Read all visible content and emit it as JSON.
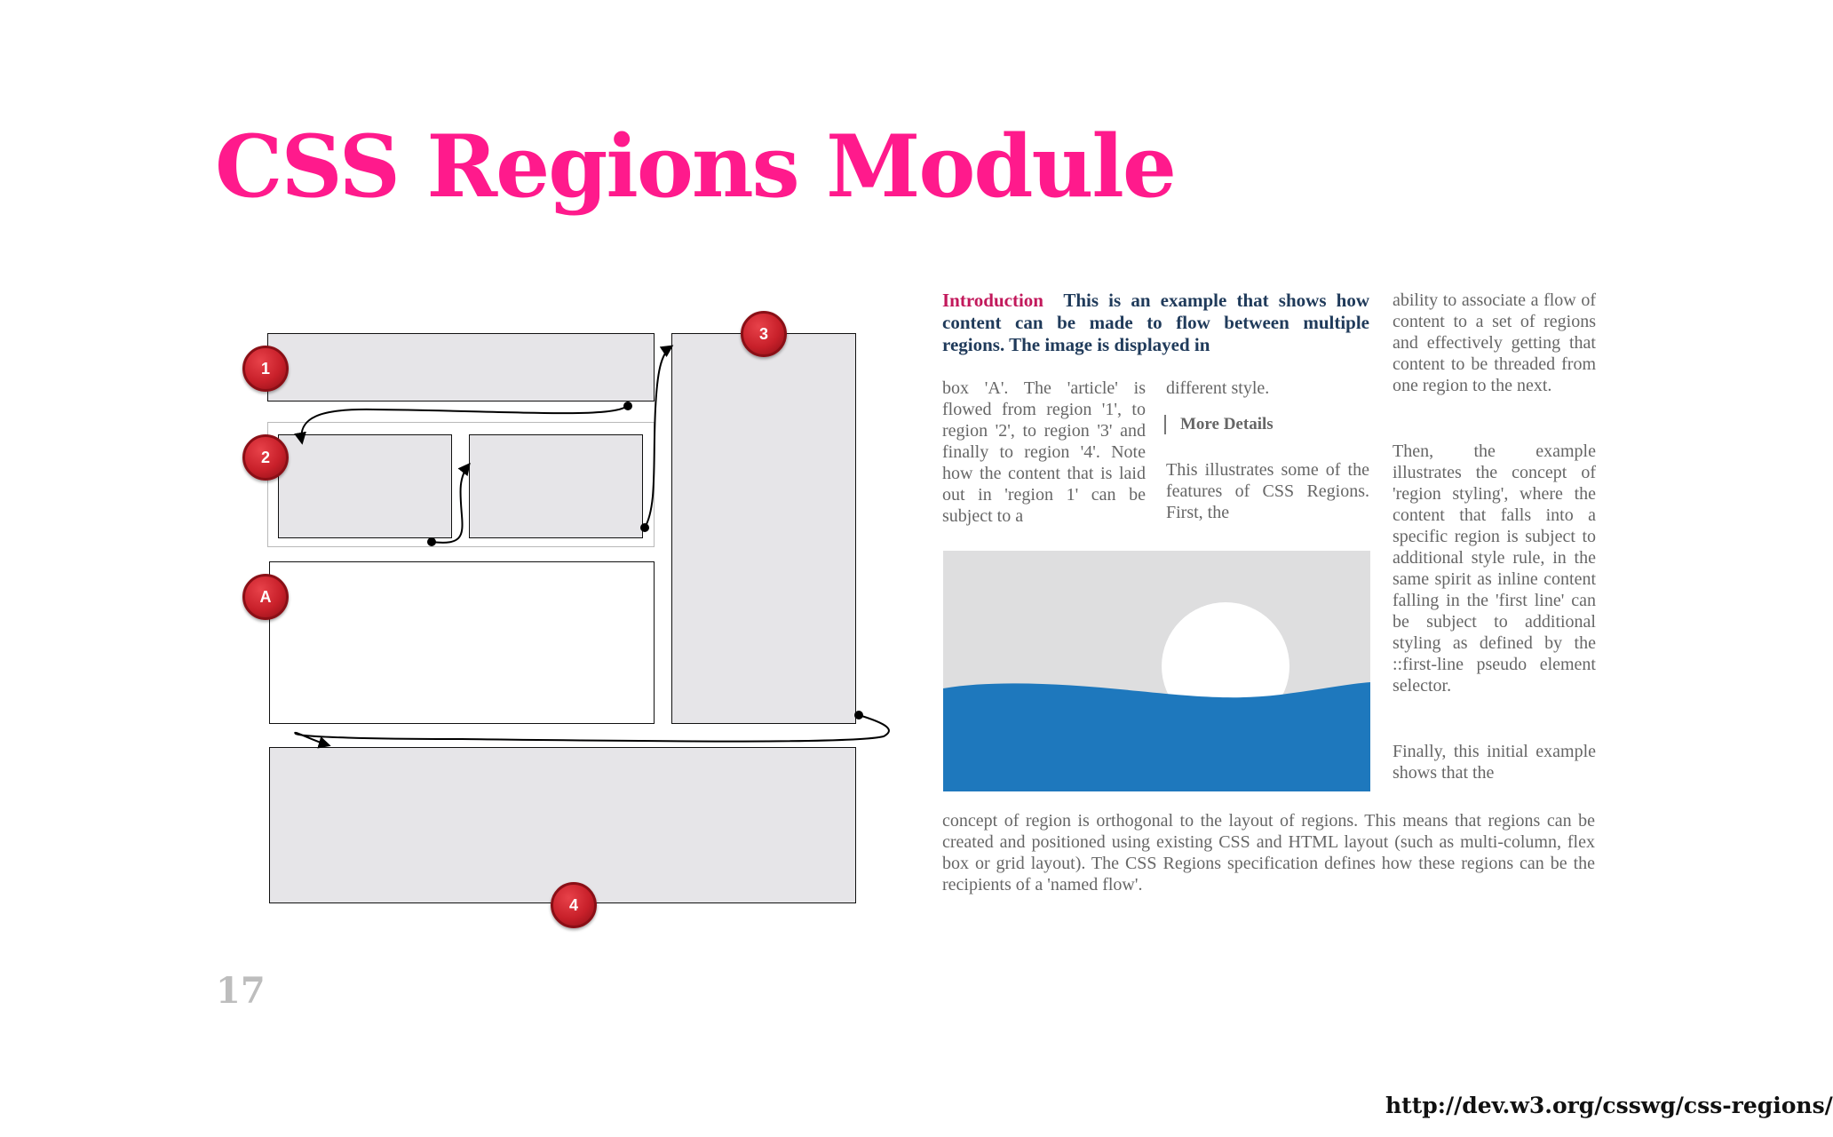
{
  "slide": {
    "title": "CSS Regions Module",
    "page_number": "17",
    "source_url": "http://dev.w3.org/csswg/css-regions/"
  },
  "colors": {
    "title": "#ff1a8c",
    "region_fill": "#e6e5e8",
    "badge": "#c8202a",
    "sea": "#1e78bd",
    "sky": "#dededf"
  },
  "diagram": {
    "badges": [
      {
        "id": "1",
        "label": "1"
      },
      {
        "id": "2",
        "label": "2"
      },
      {
        "id": "3",
        "label": "3"
      },
      {
        "id": "A",
        "label": "A"
      },
      {
        "id": "4",
        "label": "4"
      }
    ]
  },
  "example": {
    "intro_label": "Introduction",
    "intro_text": "This is an example that shows how content can be made to flow between multiple regions. The image is displayed in",
    "col1": "box 'A'. The 'article' is flowed from region '1', to region '2', to region '3' and finally to region '4'. Note how the content that is laid out in 'region 1' can be subject to a",
    "col2a": "different style.",
    "more_details": "More Details",
    "col2b": "This illustrates some of the features of CSS Regions. First, the",
    "col3a": "ability to associate a flow of content to a set of regions and effectively getting that content to be threaded from one region to the next.",
    "col3b": "Then, the example illustrates the concept of 'region styling', where the content that falls into a specific region is subject to additional style rule, in the same spirit as inline content falling in the 'first line' can be subject to additional styling as defined by the ::first-line pseudo element selector.",
    "col3c": "Finally, this initial example shows that the",
    "bottom": "concept of region is orthogonal to the layout of regions. This means that regions can be created and positioned using existing CSS and HTML layout (such as multi-column, flex box or grid layout). The CSS Regions specification defines how these regions can be the recipients of a 'named flow'."
  }
}
